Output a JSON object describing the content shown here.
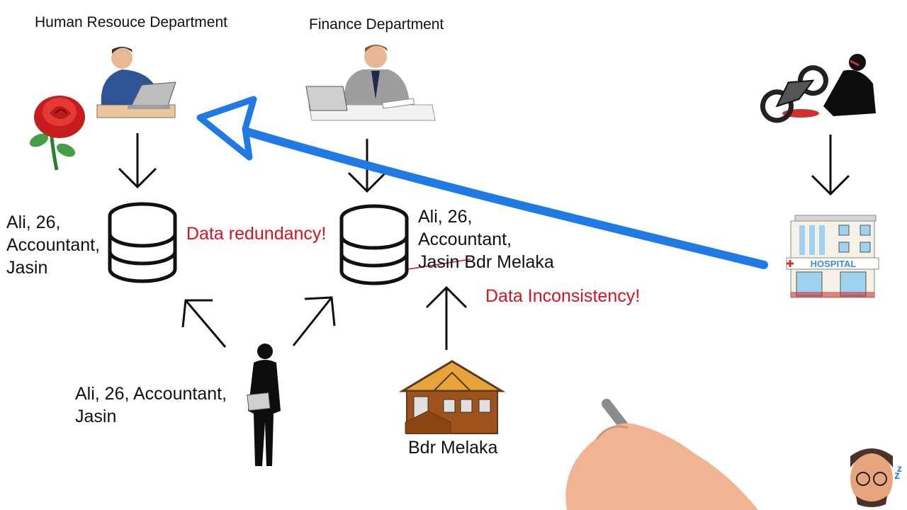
{
  "departments": {
    "hr": "Human Resouce Department",
    "finance": "Finance Department"
  },
  "records": {
    "hr_db": "Ali, 26,\nAccountant,\nJasin",
    "finance_db_line1": "Ali, 26,",
    "finance_db_line2": "Accountant,",
    "finance_db_old_town": "Jasin",
    "finance_db_new_town": "Bdr Melaka",
    "person": "Ali, 26, Accountant,\nJasin",
    "house": "Bdr Melaka"
  },
  "annotations": {
    "redundancy": "Data redundancy!",
    "inconsistency": "Data Inconsistency!"
  },
  "hospital_sign": "HOSPITAL",
  "colors": {
    "annotation_red": "#d8121f",
    "arrow_blue": "#1f7ae6",
    "ink": "#111111"
  },
  "icons": [
    "rose-icon",
    "hr-worker-icon",
    "finance-worker-icon",
    "database-icon",
    "businessman-icon",
    "house-icon",
    "motorbike-accident-icon",
    "hospital-icon",
    "drawing-hand-icon",
    "avatar-icon"
  ]
}
